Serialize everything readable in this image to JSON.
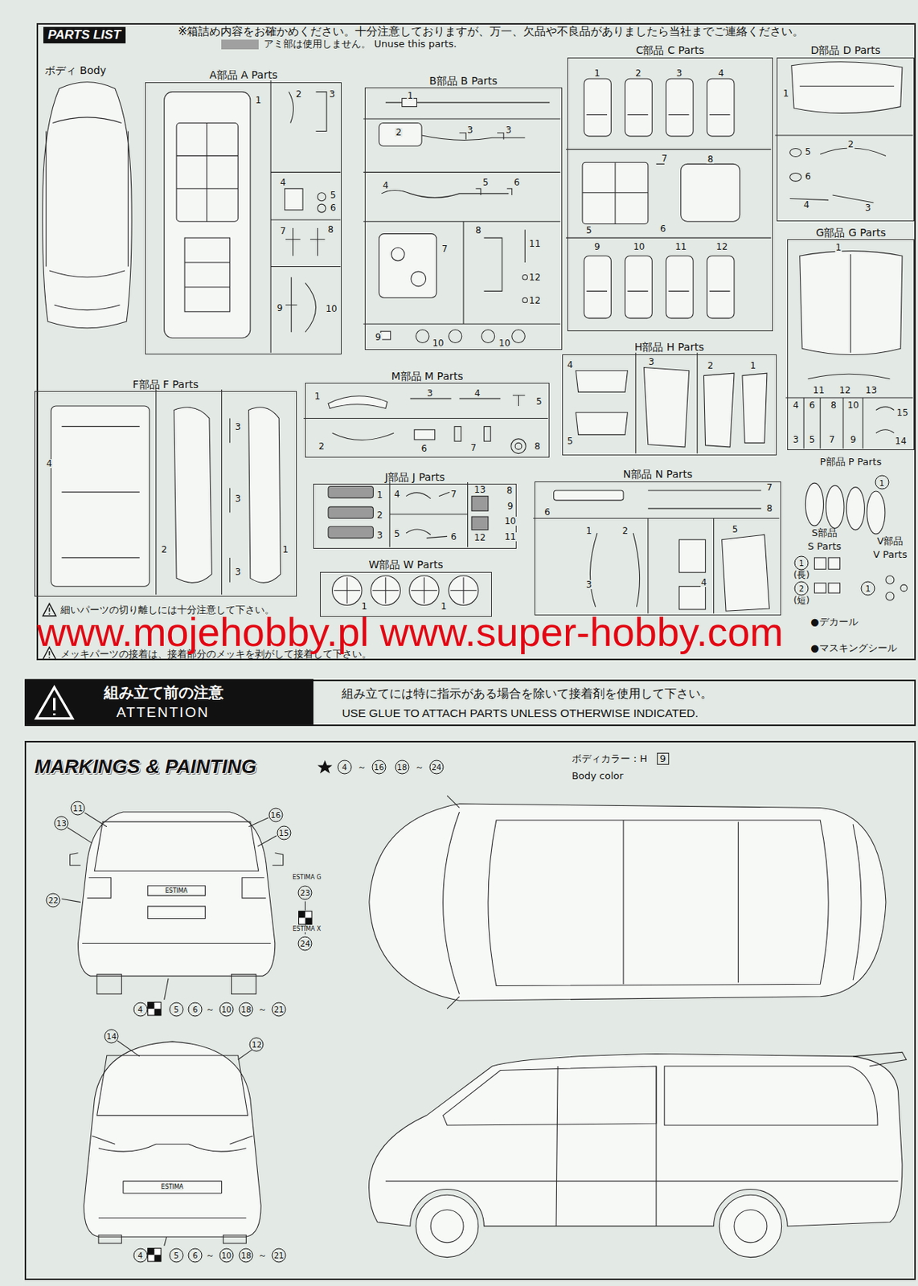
{
  "diagram": {
    "nodes": [
      {
        "text": [
          "PARTS LIST",
          "※箱詰め内容をお確かめください。十分注意しておりますが、万一、欠品や不良品がありましたら当社までご連絡ください。"
        ]
      },
      {
        "text": [
          "A部品 A Parts"
        ],
        "in": 0
      },
      {
        "text": [
          "B部品 B Parts"
        ],
        "in": 0
      },
      {
        "text": [
          "C部品 C Parts"
        ],
        "in": 0
      },
      {
        "text": [
          "D部品 D Parts"
        ],
        "in": 0
      },
      {
        "text": [
          "G部品 G Parts"
        ],
        "in": 0
      },
      {
        "text": [
          "H部品 H Parts"
        ],
        "in": 0
      },
      {
        "text": [
          "F部品 F Parts"
        ],
        "in": 0
      },
      {
        "text": [
          "M部品 M Parts"
        ],
        "in": 0
      },
      {
        "text": [
          "J部品 J Parts"
        ],
        "in": 0
      },
      {
        "text": [
          "N部品 N Parts"
        ],
        "in": 0
      },
      {
        "text": [
          "W部品 W Parts"
        ],
        "in": 0
      },
      {
        "text": [
          "組み立て前の注意",
          "ATTENTION",
          "組み立てには特に指示がある場合を除いて接着剤を使用して下さい。",
          "USE GLUE TO ATTACH PARTS UNLESS OTHERWISE INDICATED."
        ]
      },
      {
        "text": [
          "MARKINGS & PAINTING"
        ]
      }
    ],
    "labels": [
      "ボディ Body",
      "1",
      "2",
      "3",
      "4",
      "5",
      "6",
      "7",
      "8",
      "9",
      "10",
      "1",
      "2",
      "3",
      "3",
      "4",
      "5",
      "6",
      "7",
      "8",
      "11",
      "12",
      "12",
      "9",
      "10",
      "10",
      "1",
      "2",
      "3",
      "4",
      "7",
      "8",
      "5",
      "6",
      "9",
      "10",
      "11",
      "12",
      "1",
      "5",
      "2",
      "6",
      "4",
      "3",
      "1",
      "11",
      "12",
      "13",
      "4",
      "6",
      "8",
      "10",
      "15",
      "3",
      "5",
      "7",
      "9",
      "14",
      "4",
      "3",
      "2",
      "1",
      "5",
      "4",
      "2",
      "3",
      "3",
      "3",
      "1",
      "1",
      "3",
      "4",
      "5",
      "2",
      "6",
      "7",
      "8",
      "1",
      "2",
      "3",
      "4",
      "7",
      "5",
      "6",
      "13",
      "8",
      "9",
      "10",
      "12",
      "11",
      "1",
      "1",
      "6",
      "7",
      "8",
      "1",
      "2",
      "3",
      "5",
      "4",
      "P部品 P Parts",
      "1",
      "S部品",
      "S Parts",
      "1",
      "(長)",
      "2",
      "(短)",
      "V部品",
      "V Parts",
      "1",
      "細いパーツの切り離しには十分注意して下さい。",
      "メッキパーツの接着は、接着部分のメッキを剥がして接着して下さい。",
      "●デカール",
      "●マスキングシール",
      "www.mojehobby.pl www.super-hobby.com",
      "4",
      "～",
      "16",
      "18",
      "～",
      "24",
      "ボディカラー：H",
      "9",
      "Body color",
      "11",
      "13",
      "16",
      "15",
      "22",
      "ESTIMA G",
      "23",
      "24",
      "ESTIMA X",
      "ESTIMA",
      "4",
      "5",
      "6",
      "～",
      "10",
      "18",
      "～",
      "21",
      "14",
      "12",
      "ESTIMA",
      "4",
      "5",
      "6",
      "～",
      "10",
      "18",
      "～",
      "21"
    ],
    "legend": [
      {
        "text": "アミ部は使用しません。 Unuse this parts.",
        "color": "#a0a0a0"
      }
    ]
  }
}
